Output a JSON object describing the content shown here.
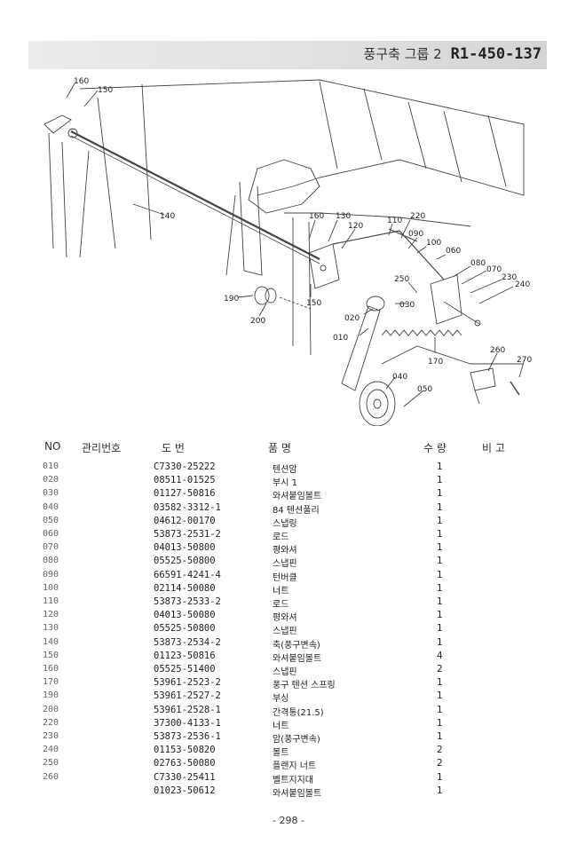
{
  "header": {
    "group": "풍구축 그룹 2",
    "code": "R1-450-137"
  },
  "diagram": {
    "callouts": {
      "c160a": "160",
      "c150a": "150",
      "c140": "140",
      "c160b": "160",
      "c130": "130",
      "c120": "120",
      "c110": "110",
      "c220": "220",
      "c090": "090",
      "c100": "100",
      "c060": "060",
      "c080": "080",
      "c070": "070",
      "c230": "230",
      "c240": "240",
      "c250": "250",
      "c030": "030",
      "c190": "190",
      "c200": "200",
      "c150b": "150",
      "c020": "020",
      "c010": "010",
      "c170": "170",
      "c260": "260",
      "c270": "270",
      "c040": "040",
      "c050": "050"
    }
  },
  "table": {
    "headers": {
      "no": "NO",
      "mgmt": "관리번호",
      "drawing": "도      번",
      "name": "품            명",
      "qty": "수  량",
      "remarks": "비   고"
    },
    "rows": [
      {
        "no": "010",
        "part": "C7330-25222",
        "name": "텐션암",
        "qty": "1"
      },
      {
        "no": "020",
        "part": "08511-01525",
        "name": "부시 1",
        "qty": "1"
      },
      {
        "no": "030",
        "part": "01127-50816",
        "name": "와셔붙임볼트",
        "qty": "1"
      },
      {
        "no": "040",
        "part": "03582-3312-1",
        "name": "84 텐션풀리",
        "qty": "1"
      },
      {
        "no": "050",
        "part": "04612-00170",
        "name": "스냅링",
        "qty": "1"
      },
      {
        "no": "060",
        "part": "53873-2531-2",
        "name": "로드",
        "qty": "1"
      },
      {
        "no": "070",
        "part": "04013-50800",
        "name": "평와셔",
        "qty": "1"
      },
      {
        "no": "080",
        "part": "05525-50800",
        "name": "스냅핀",
        "qty": "1"
      },
      {
        "no": "090",
        "part": "66591-4241-4",
        "name": "턴버클",
        "qty": "1"
      },
      {
        "no": "100",
        "part": "02114-50080",
        "name": "너트",
        "qty": "1"
      },
      {
        "no": "110",
        "part": "53873-2533-2",
        "name": "로드",
        "qty": "1"
      },
      {
        "no": "120",
        "part": "04013-50080",
        "name": "평와셔",
        "qty": "1"
      },
      {
        "no": "130",
        "part": "05525-50800",
        "name": "스냅핀",
        "qty": "1"
      },
      {
        "no": "140",
        "part": "53873-2534-2",
        "name": "축(풍구변속)",
        "qty": "1"
      },
      {
        "no": "150",
        "part": "01123-50816",
        "name": "와셔붙임볼트",
        "qty": "4"
      },
      {
        "no": "160",
        "part": "05525-51400",
        "name": "스냅핀",
        "qty": "2"
      },
      {
        "no": "170",
        "part": "53961-2523-2",
        "name": "풍구 텐션 스프링",
        "qty": "1"
      },
      {
        "no": "190",
        "part": "53961-2527-2",
        "name": "부싱",
        "qty": "1"
      },
      {
        "no": "200",
        "part": "53961-2528-1",
        "name": "간격통(21.5)",
        "qty": "1"
      },
      {
        "no": "220",
        "part": "37300-4133-1",
        "name": "너트",
        "qty": "1"
      },
      {
        "no": "230",
        "part": "53873-2536-1",
        "name": "암(풍구변속)",
        "qty": "1"
      },
      {
        "no": "240",
        "part": "01153-50820",
        "name": "볼트",
        "qty": "2"
      },
      {
        "no": "250",
        "part": "02763-50080",
        "name": "플랜지 너트",
        "qty": "2"
      },
      {
        "no": "260",
        "part": "C7330-25411",
        "name": "벨트지지대",
        "qty": "1"
      },
      {
        "no": "",
        "part": "01023-50612",
        "name": "와셔붙임볼트",
        "qty": "1"
      }
    ]
  },
  "footer": {
    "page": "- 298 -"
  }
}
